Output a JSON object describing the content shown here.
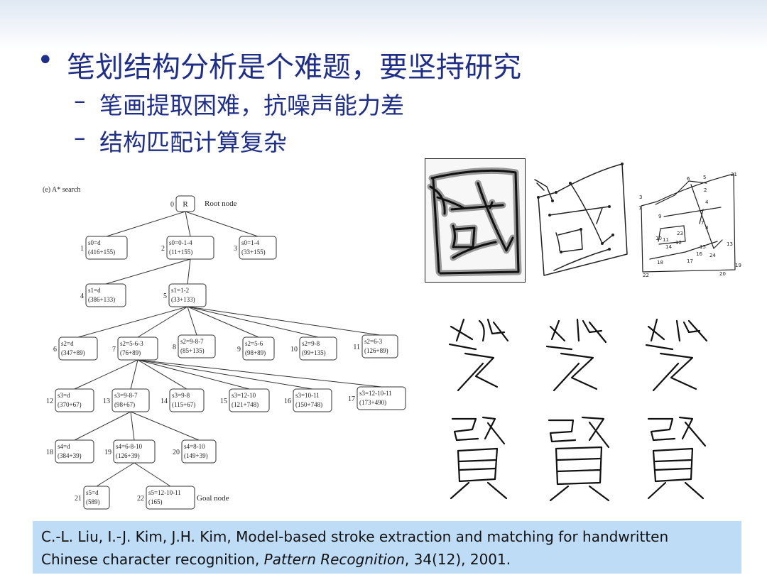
{
  "bullets": {
    "main": "笔划结构分析是个难题，要坚持研究",
    "sub": [
      "笔画提取困难，抗噪声能力差",
      "结构匹配计算复杂"
    ],
    "dot": "•",
    "dash": "–"
  },
  "tree": {
    "caption": "(e) A* search",
    "nodes": [
      {
        "n": "0",
        "l1": "R",
        "l2": ""
      },
      {
        "n": "1",
        "l1": "s0=d",
        "l2": "(416+155)"
      },
      {
        "n": "2",
        "l1": "s0=0-1-4",
        "l2": "(11+155)"
      },
      {
        "n": "3",
        "l1": "s0=1-4",
        "l2": "(33+155)"
      },
      {
        "n": "4",
        "l1": "s1=d",
        "l2": "(386+133)"
      },
      {
        "n": "5",
        "l1": "s1=1-2",
        "l2": "(33+133)"
      },
      {
        "n": "6",
        "l1": "s2=d",
        "l2": "(347+89)"
      },
      {
        "n": "7",
        "l1": "s2=5-6-3",
        "l2": "(76+89)"
      },
      {
        "n": "8",
        "l1": "s2=9-8-7",
        "l2": "(85+135)"
      },
      {
        "n": "9",
        "l1": "s2=5-6",
        "l2": "(98+89)"
      },
      {
        "n": "10",
        "l1": "s2=9-8",
        "l2": "(99+135)"
      },
      {
        "n": "11",
        "l1": "s2=6-3",
        "l2": "(126+89)"
      },
      {
        "n": "12",
        "l1": "s3=d",
        "l2": "(370+67)"
      },
      {
        "n": "13",
        "l1": "s3=9-8-7",
        "l2": "(98+67)"
      },
      {
        "n": "14",
        "l1": "s3=9-8",
        "l2": "(115+67)"
      },
      {
        "n": "15",
        "l1": "s3=12-10",
        "l2": "(121+748)"
      },
      {
        "n": "16",
        "l1": "s3=10-11",
        "l2": "(150+748)"
      },
      {
        "n": "17",
        "l1": "s3=12-10-11",
        "l2": "(173+490)"
      },
      {
        "n": "18",
        "l1": "s4=d",
        "l2": "(384+39)"
      },
      {
        "n": "19",
        "l1": "s4=6-8-10",
        "l2": "(126+39)"
      },
      {
        "n": "20",
        "l1": "s4=8-10",
        "l2": "(149+39)"
      },
      {
        "n": "21",
        "l1": "s5=d",
        "l2": "(589)"
      },
      {
        "n": "22",
        "l1": "s5=12-10-11",
        "l2": "(165)"
      }
    ],
    "edges": [
      [
        0,
        1
      ],
      [
        0,
        2
      ],
      [
        0,
        3
      ],
      [
        2,
        4
      ],
      [
        2,
        5
      ],
      [
        5,
        6
      ],
      [
        5,
        7
      ],
      [
        5,
        8
      ],
      [
        5,
        9
      ],
      [
        5,
        10
      ],
      [
        5,
        11
      ],
      [
        7,
        12
      ],
      [
        7,
        13
      ],
      [
        7,
        14
      ],
      [
        7,
        15
      ],
      [
        7,
        16
      ],
      [
        7,
        17
      ],
      [
        13,
        18
      ],
      [
        13,
        19
      ],
      [
        13,
        20
      ],
      [
        19,
        21
      ],
      [
        19,
        22
      ]
    ],
    "root_label": "Root node",
    "goal_label": "Goal node"
  },
  "stroke_nums": [
    "1",
    "2",
    "3",
    "4",
    "5",
    "6",
    "7",
    "8",
    "9",
    "10",
    "11",
    "12",
    "13",
    "14",
    "15",
    "16",
    "17",
    "18",
    "19",
    "20",
    "21",
    "22",
    "23",
    "24"
  ],
  "citation": {
    "line1": "C.-L. Liu, I.-J. Kim, J.H. Kim, Model-based stroke extraction and matching for handwritten",
    "line2_pre": "Chinese character recognition, ",
    "journal": "Pattern Recognition",
    "line2_post": ", 34(12), 2001."
  }
}
